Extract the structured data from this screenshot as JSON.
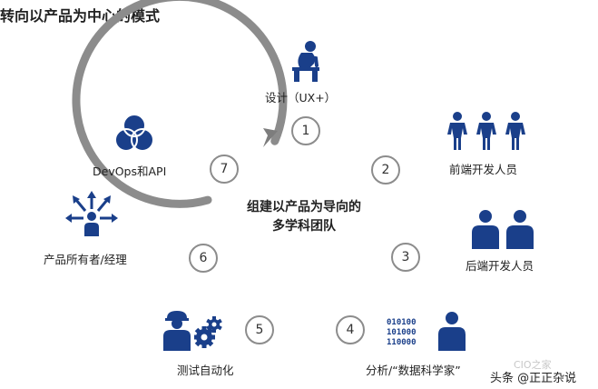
{
  "title": "转向以产品为中心的模式",
  "center": {
    "line1": "组建以产品为导向的",
    "line2": "多学科团队"
  },
  "nodes": [
    "1",
    "2",
    "3",
    "4",
    "5",
    "6",
    "7"
  ],
  "roles": {
    "design": "设计（UX+）",
    "frontend": "前端开发人员",
    "backend": "后端开发人员",
    "analytics": "分析/“数据科学家”",
    "testing": "测试自动化",
    "product_owner": "产品所有者/经理",
    "devops": "DevOps和API"
  },
  "binary_text": [
    "010100",
    "101000",
    "110000"
  ],
  "watermark": {
    "main": "头条 @正正杂说",
    "faint": "CIO之家"
  },
  "colors": {
    "accent": "#1a3f8a",
    "ring": "#8c8c8c"
  }
}
